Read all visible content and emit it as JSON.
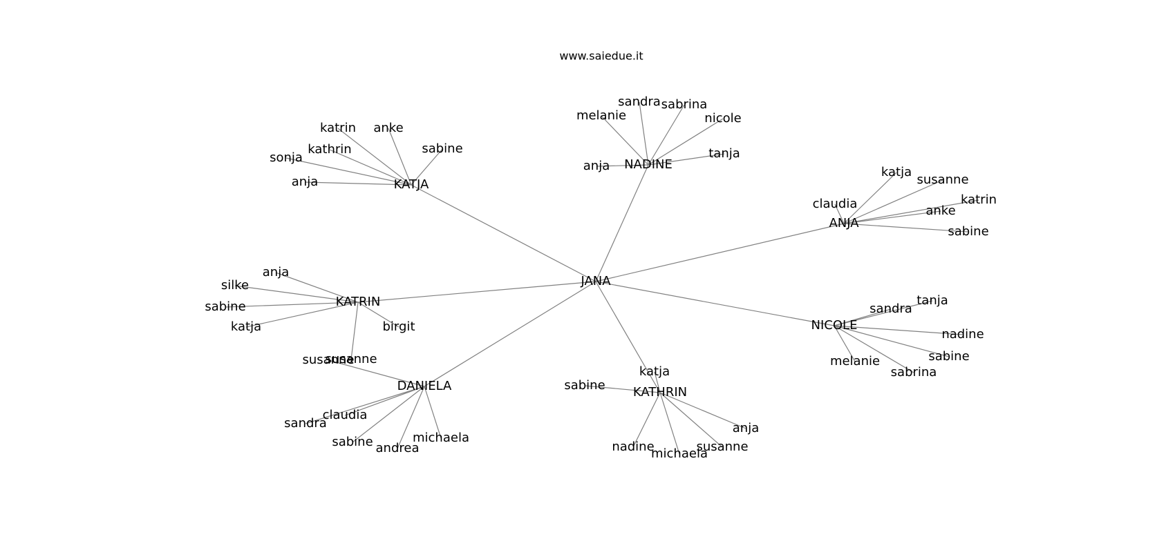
{
  "title": "www.saiedue.it",
  "center": "JANA",
  "groups": [
    {
      "hub": "NADINE",
      "leaves": [
        "sandra",
        "sabrina",
        "melanie",
        "nicole",
        "anja",
        "tanja"
      ]
    },
    {
      "hub": "KATJA",
      "leaves": [
        "katrin",
        "anke",
        "sabine",
        "kathrin",
        "sonja",
        "anja"
      ]
    },
    {
      "hub": "ANJA",
      "leaves": [
        "katja",
        "susanne",
        "claudia",
        "katrin",
        "anke",
        "sabine"
      ]
    },
    {
      "hub": "KATRIN",
      "leaves": [
        "anja",
        "silke",
        "sabine",
        "katja",
        "birgit",
        "susanne"
      ]
    },
    {
      "hub": "NICOLE",
      "leaves": [
        "tanja",
        "sandra",
        "nadine",
        "sabine",
        "melanie",
        "sabrina"
      ]
    },
    {
      "hub": "DANIELA",
      "leaves": [
        "susanne",
        "claudia",
        "sandra",
        "sabine",
        "andrea",
        "michaela"
      ]
    },
    {
      "hub": "KATHRIN",
      "leaves": [
        "katja",
        "sabine",
        "anja",
        "susanne",
        "nadine",
        "michaela"
      ]
    }
  ]
}
